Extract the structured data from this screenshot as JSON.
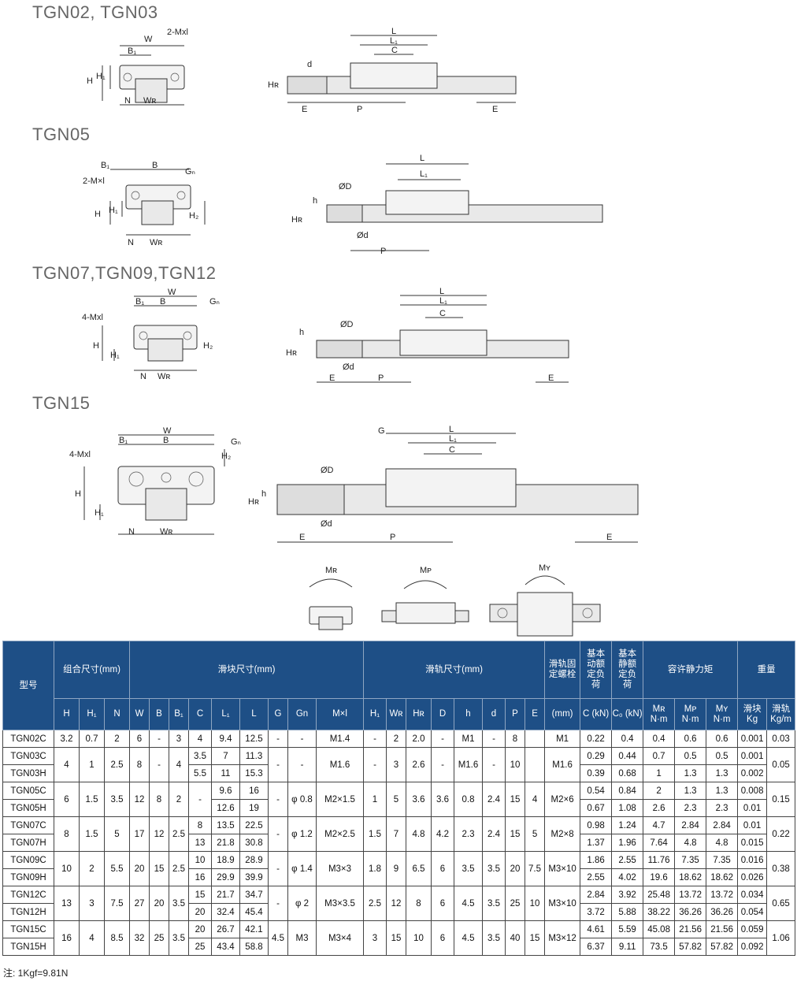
{
  "sections": {
    "s1": "TGN02, TGN03",
    "s2": "TGN05",
    "s3": "TGN07,TGN09,TGN12",
    "s4": "TGN15"
  },
  "labels": {
    "W": "W",
    "B": "B",
    "B1": "B₁",
    "M2": "2-Mxl",
    "M2b": "2-M×l",
    "M4": "4-Mxl",
    "H": "H",
    "H1": "H₁",
    "H2": "H₂",
    "N": "N",
    "WR": "Wʀ",
    "Gn": "Gₙ",
    "L": "L",
    "L1": "L₁",
    "C": "C",
    "d": "d",
    "HR": "Hʀ",
    "E": "E",
    "P": "P",
    "h": "h",
    "OD": "ØD",
    "Od": "Ød",
    "G": "G",
    "MR": "Mʀ",
    "MP": "Mᴘ",
    "MY": "Mʏ"
  },
  "table": {
    "group": {
      "model": "型号",
      "assembly": "组合尺寸(mm)",
      "block": "滑块尺寸(mm)",
      "rail": "滑轨尺寸(mm)",
      "bolt": "滑轨固定螺栓",
      "dyn": "基本动额定负荷",
      "stat": "基本静额定负荷",
      "moment": "容许静力矩",
      "weight": "重量"
    },
    "sub": [
      "H",
      "H₁",
      "N",
      "W",
      "B",
      "B₁",
      "C",
      "L₁",
      "L",
      "G",
      "Gn",
      "M×l",
      "H₁",
      "Wʀ",
      "Hʀ",
      "D",
      "h",
      "d",
      "P",
      "E",
      "(mm)",
      "C (kN)",
      "C₀ (kN)",
      "Mʀ N·m",
      "Mᴘ N·m",
      "Mʏ N·m",
      "滑块 Kg",
      "滑轨 Kg/m"
    ],
    "rows": [
      [
        "TGN02C",
        "3.2",
        "0.7",
        "2",
        "6",
        "-",
        "3",
        "4",
        "9.4",
        "12.5",
        "-",
        "-",
        "M1.4",
        "-",
        "2",
        "2.0",
        "-",
        "M1",
        "-",
        "8",
        "",
        "M1",
        "0.22",
        "0.4",
        "0.4",
        "0.6",
        "0.6",
        "0.001",
        "0.03"
      ],
      [
        "TGN03C",
        "4",
        "1",
        "2.5",
        "8",
        "-",
        "4",
        "3.5",
        "7",
        "11.3",
        "-",
        "-",
        "M1.6",
        "-",
        "3",
        "2.6",
        "-",
        "M1.6",
        "-",
        "10",
        "",
        "M1.6",
        "0.29",
        "0.44",
        "0.7",
        "0.5",
        "0.5",
        "0.001",
        "0.05"
      ],
      [
        "TGN03H",
        "",
        "",
        "",
        "",
        "",
        "",
        "5.5",
        "11",
        "15.3",
        "",
        "",
        "",
        "",
        "",
        "",
        "",
        "",
        "",
        "",
        "",
        "",
        "0.39",
        "0.68",
        "1",
        "1.3",
        "1.3",
        "0.002",
        ""
      ],
      [
        "TGN05C",
        "6",
        "1.5",
        "3.5",
        "12",
        "8",
        "2",
        "-",
        "9.6",
        "16",
        "-",
        "φ 0.8",
        "M2×1.5",
        "1",
        "5",
        "3.6",
        "3.6",
        "0.8",
        "2.4",
        "15",
        "4",
        "M2×6",
        "0.54",
        "0.84",
        "2",
        "1.3",
        "1.3",
        "0.008",
        "0.15"
      ],
      [
        "TGN05H",
        "",
        "",
        "",
        "",
        "",
        "",
        "",
        "12.6",
        "19",
        "",
        "",
        "",
        "",
        "",
        "",
        "",
        "",
        "",
        "",
        "",
        "",
        "0.67",
        "1.08",
        "2.6",
        "2.3",
        "2.3",
        "0.01",
        ""
      ],
      [
        "TGN07C",
        "8",
        "1.5",
        "5",
        "17",
        "12",
        "2.5",
        "8",
        "13.5",
        "22.5",
        "-",
        "φ 1.2",
        "M2×2.5",
        "1.5",
        "7",
        "4.8",
        "4.2",
        "2.3",
        "2.4",
        "15",
        "5",
        "M2×8",
        "0.98",
        "1.24",
        "4.7",
        "2.84",
        "2.84",
        "0.01",
        "0.22"
      ],
      [
        "TGN07H",
        "",
        "",
        "",
        "",
        "",
        "",
        "13",
        "21.8",
        "30.8",
        "",
        "",
        "",
        "",
        "",
        "",
        "",
        "",
        "",
        "",
        "",
        "",
        "1.37",
        "1.96",
        "7.64",
        "4.8",
        "4.8",
        "0.015",
        ""
      ],
      [
        "TGN09C",
        "10",
        "2",
        "5.5",
        "20",
        "15",
        "2.5",
        "10",
        "18.9",
        "28.9",
        "-",
        "φ 1.4",
        "M3×3",
        "1.8",
        "9",
        "6.5",
        "6",
        "3.5",
        "3.5",
        "20",
        "7.5",
        "M3×10",
        "1.86",
        "2.55",
        "11.76",
        "7.35",
        "7.35",
        "0.016",
        "0.38"
      ],
      [
        "TGN09H",
        "",
        "",
        "",
        "",
        "",
        "",
        "16",
        "29.9",
        "39.9",
        "",
        "",
        "",
        "",
        "",
        "",
        "",
        "",
        "",
        "",
        "",
        "",
        "2.55",
        "4.02",
        "19.6",
        "18.62",
        "18.62",
        "0.026",
        ""
      ],
      [
        "TGN12C",
        "13",
        "3",
        "7.5",
        "27",
        "20",
        "3.5",
        "15",
        "21.7",
        "34.7",
        "-",
        "φ 2",
        "M3×3.5",
        "2.5",
        "12",
        "8",
        "6",
        "4.5",
        "3.5",
        "25",
        "10",
        "M3×10",
        "2.84",
        "3.92",
        "25.48",
        "13.72",
        "13.72",
        "0.034",
        "0.65"
      ],
      [
        "TGN12H",
        "",
        "",
        "",
        "",
        "",
        "",
        "20",
        "32.4",
        "45.4",
        "",
        "",
        "",
        "",
        "",
        "",
        "",
        "",
        "",
        "",
        "",
        "",
        "3.72",
        "5.88",
        "38.22",
        "36.26",
        "36.26",
        "0.054",
        ""
      ],
      [
        "TGN15C",
        "16",
        "4",
        "8.5",
        "32",
        "25",
        "3.5",
        "20",
        "26.7",
        "42.1",
        "4.5",
        "M3",
        "M3×4",
        "3",
        "15",
        "10",
        "6",
        "4.5",
        "3.5",
        "40",
        "15",
        "M3×12",
        "4.61",
        "5.59",
        "45.08",
        "21.56",
        "21.56",
        "0.059",
        "1.06"
      ],
      [
        "TGN15H",
        "",
        "",
        "",
        "",
        "",
        "",
        "25",
        "43.4",
        "58.8",
        "",
        "",
        "",
        "",
        "",
        "",
        "",
        "",
        "",
        "",
        "",
        "",
        "6.37",
        "9.11",
        "73.5",
        "57.82",
        "57.82",
        "0.092",
        ""
      ]
    ]
  },
  "note": "注: 1Kgf=9.81N"
}
